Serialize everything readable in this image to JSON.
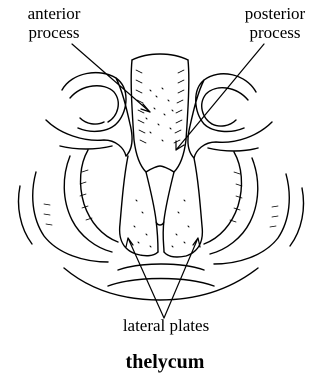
{
  "labels": {
    "anterior": [
      "anterior",
      "process"
    ],
    "posterior": [
      "posterior",
      "process"
    ],
    "lateral": "lateral plates"
  },
  "title": "thelycum",
  "colors": {
    "ink": "#000000",
    "background": "#ffffff"
  }
}
